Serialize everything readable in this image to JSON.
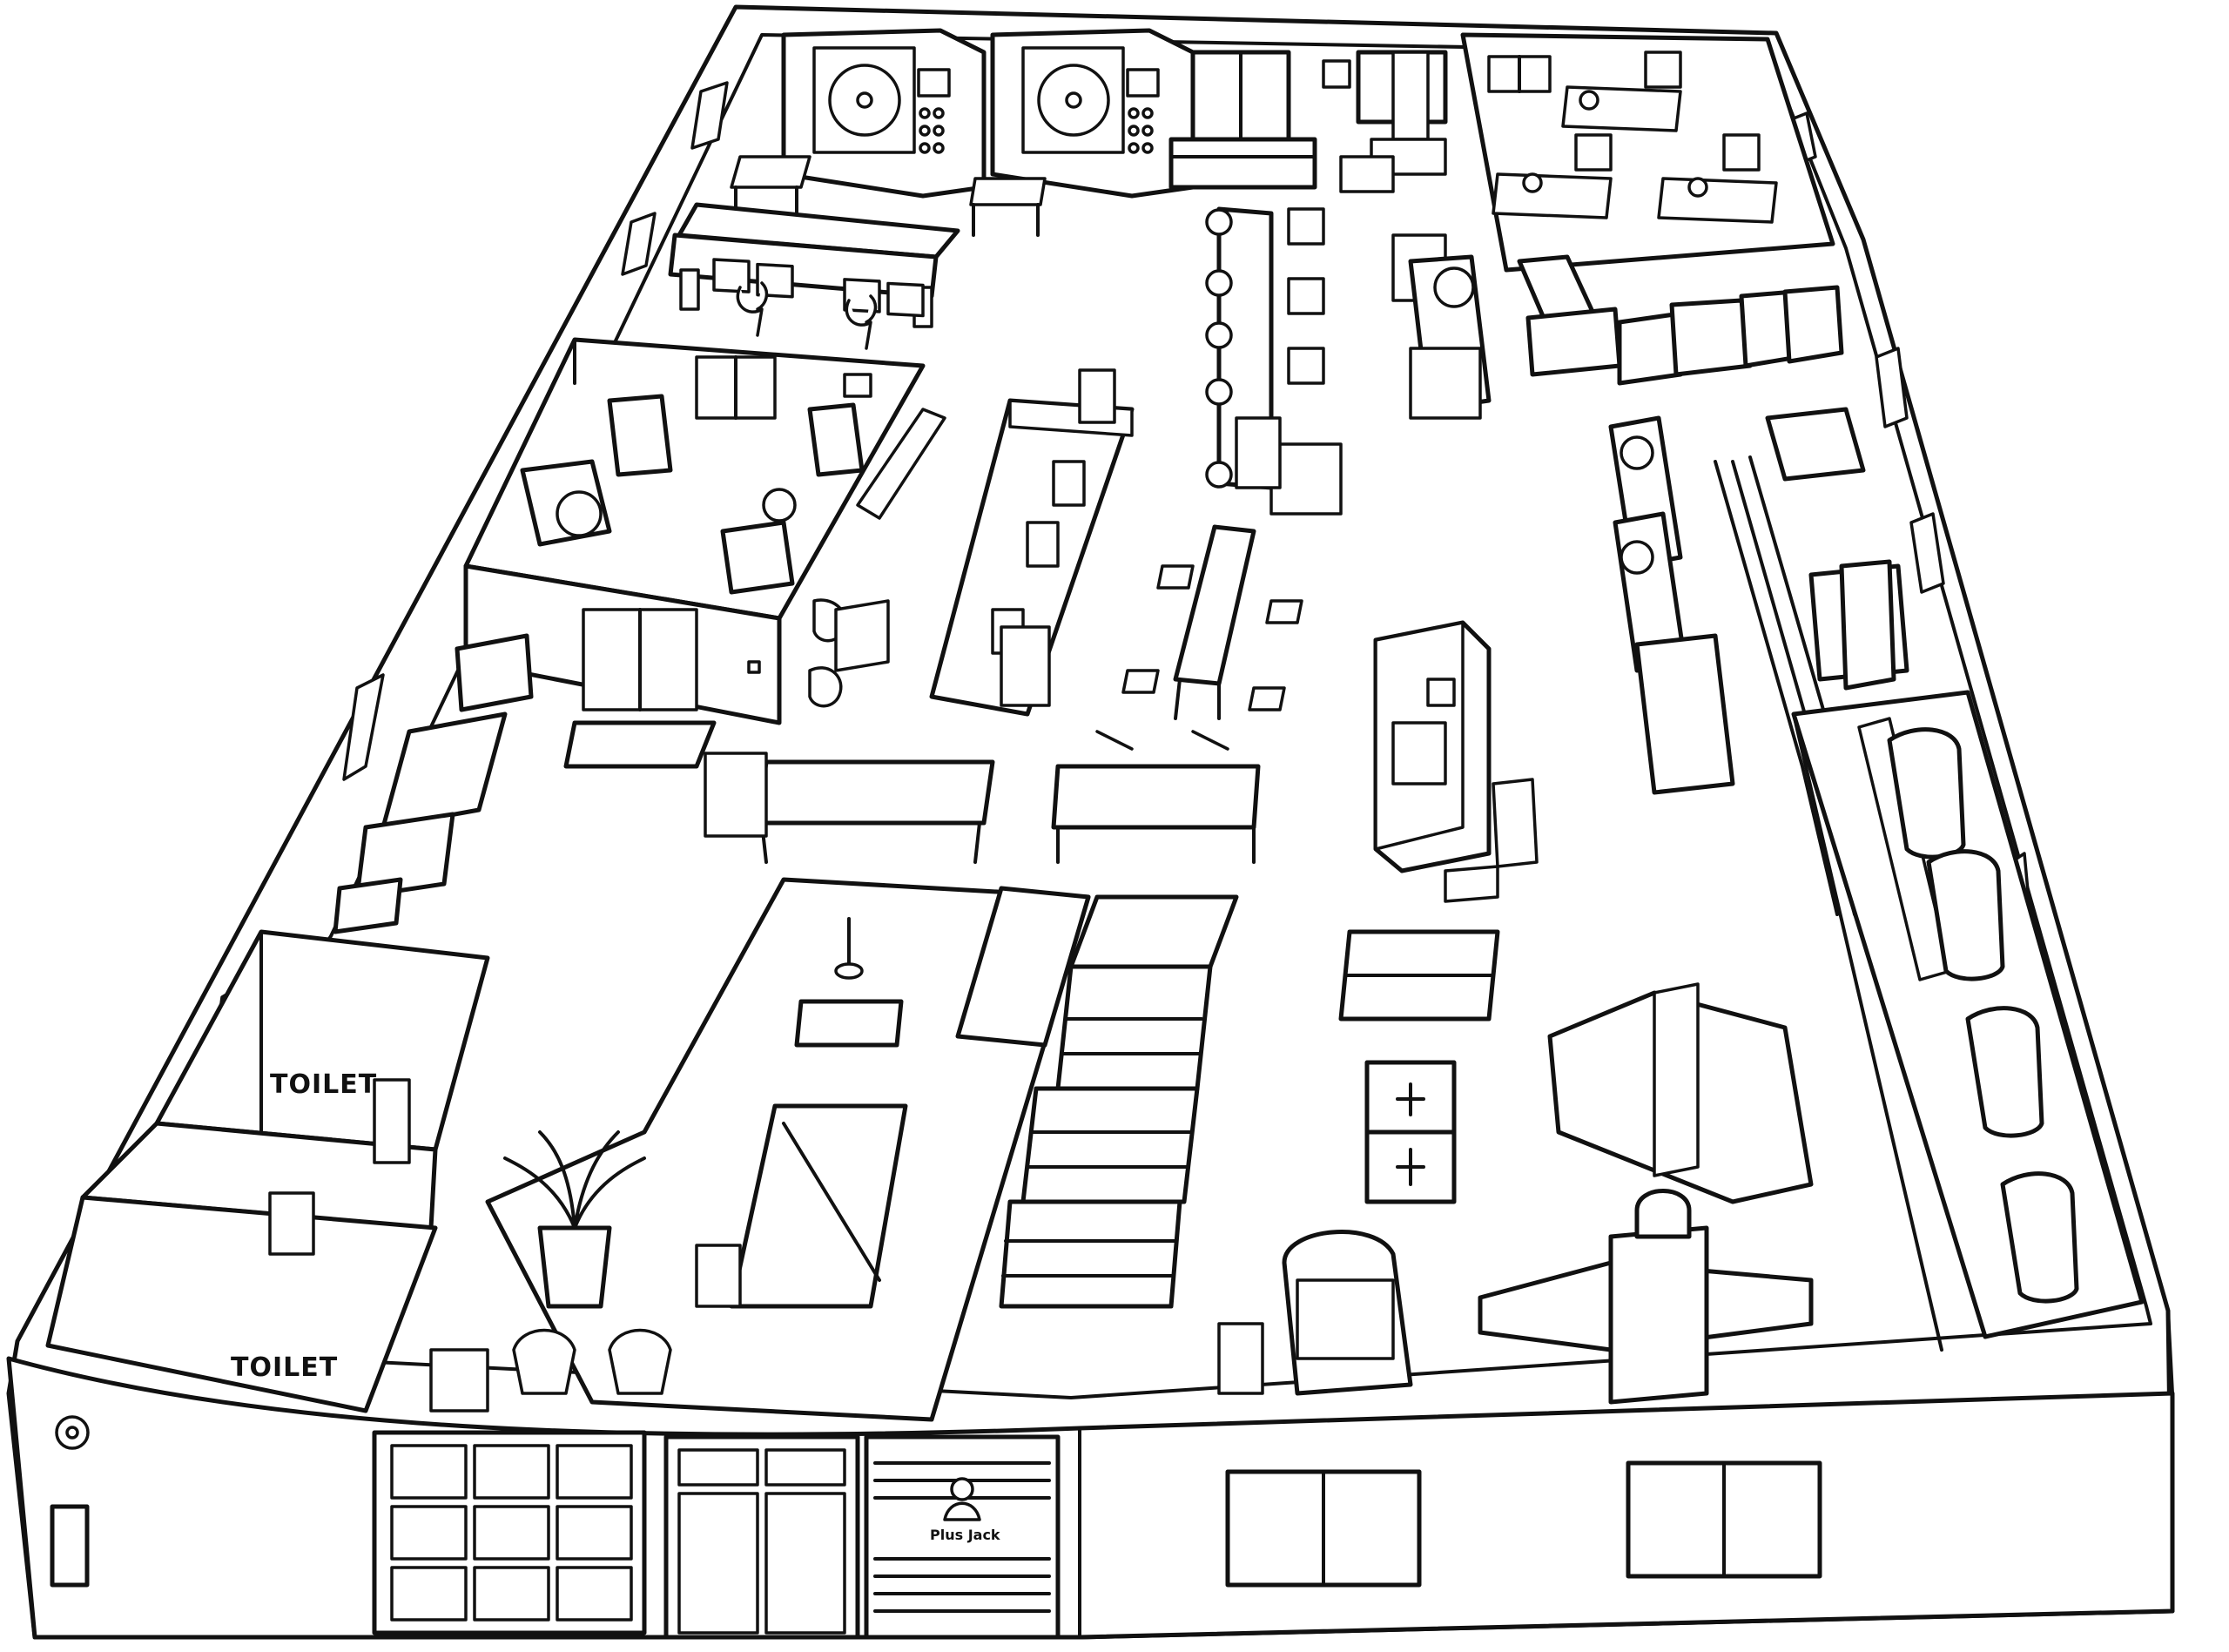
{
  "labels": {
    "toilet_upper": "TOILET",
    "toilet_lower": "TOILET",
    "shop_sign": "Plus Jack"
  }
}
